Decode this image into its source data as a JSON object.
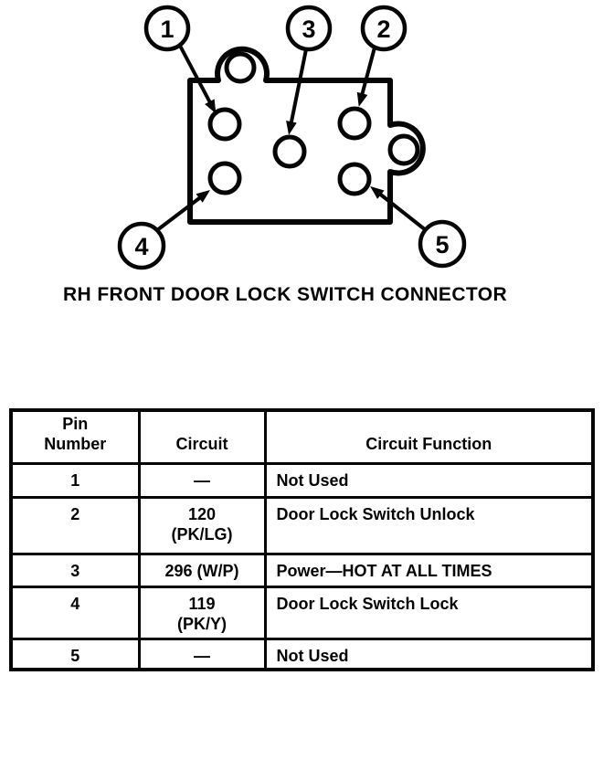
{
  "page": {
    "paper_color": "#ffffff",
    "ink_color": "#050505"
  },
  "diagram": {
    "caption": "RH FRONT DOOR LOCK SWITCH CONNECTOR",
    "callouts": [
      {
        "label": "1"
      },
      {
        "label": "2"
      },
      {
        "label": "3"
      },
      {
        "label": "4"
      },
      {
        "label": "5"
      }
    ]
  },
  "table": {
    "headers": {
      "pin_number": "Pin\nNumber",
      "circuit": "Circuit",
      "circuit_function": "Circuit Function"
    },
    "rows": [
      {
        "pin": "1",
        "circuit": "—",
        "function": "Not Used"
      },
      {
        "pin": "2",
        "circuit": "120\n(PK/LG)",
        "function": "Door Lock Switch Unlock"
      },
      {
        "pin": "3",
        "circuit": "296 (W/P)",
        "function": "Power—HOT AT ALL TIMES"
      },
      {
        "pin": "4",
        "circuit": "119\n(PK/Y)",
        "function": "Door Lock Switch Lock"
      },
      {
        "pin": "5",
        "circuit": "—",
        "function": "Not Used"
      }
    ]
  }
}
